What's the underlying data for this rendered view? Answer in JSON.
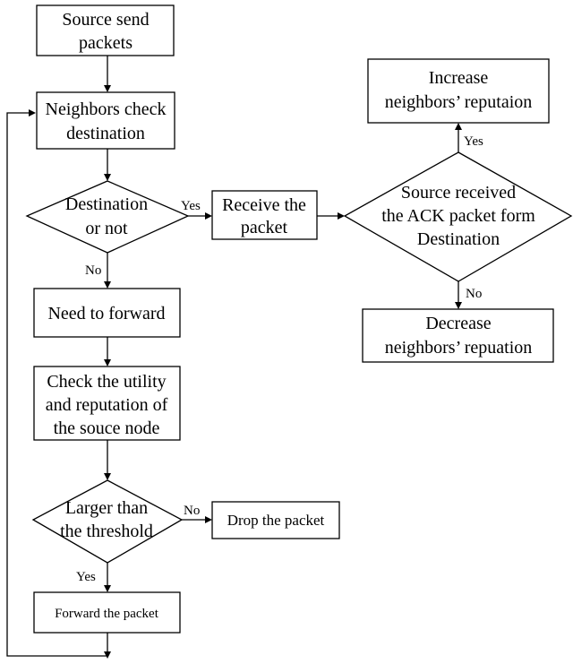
{
  "nodes": {
    "source_send": [
      "Source send",
      "packets"
    ],
    "neighbors_check": [
      "Neighbors check",
      "destination"
    ],
    "destination_decision": [
      "Destination",
      "or not"
    ],
    "receive": [
      "Receive the",
      "packet"
    ],
    "source_received": [
      "Source received",
      "the ACK packet form",
      "Destination"
    ],
    "increase": [
      "Increase",
      "neighbors’ reputaion"
    ],
    "decrease": [
      "Decrease",
      "neighbors’ repuation"
    ],
    "need_forward": [
      "Need to forward"
    ],
    "check_utility": [
      "Check the utility",
      "and reputation of",
      "the souce node"
    ],
    "threshold_decision": [
      "Larger than",
      "the threshold"
    ],
    "drop": [
      "Drop the packet"
    ],
    "forward": [
      "Forward the packet"
    ]
  },
  "edge_labels": {
    "dest_yes": "Yes",
    "dest_no": "No",
    "ack_yes": "Yes",
    "ack_no": "No",
    "threshold_no": "No",
    "threshold_yes": "Yes"
  }
}
